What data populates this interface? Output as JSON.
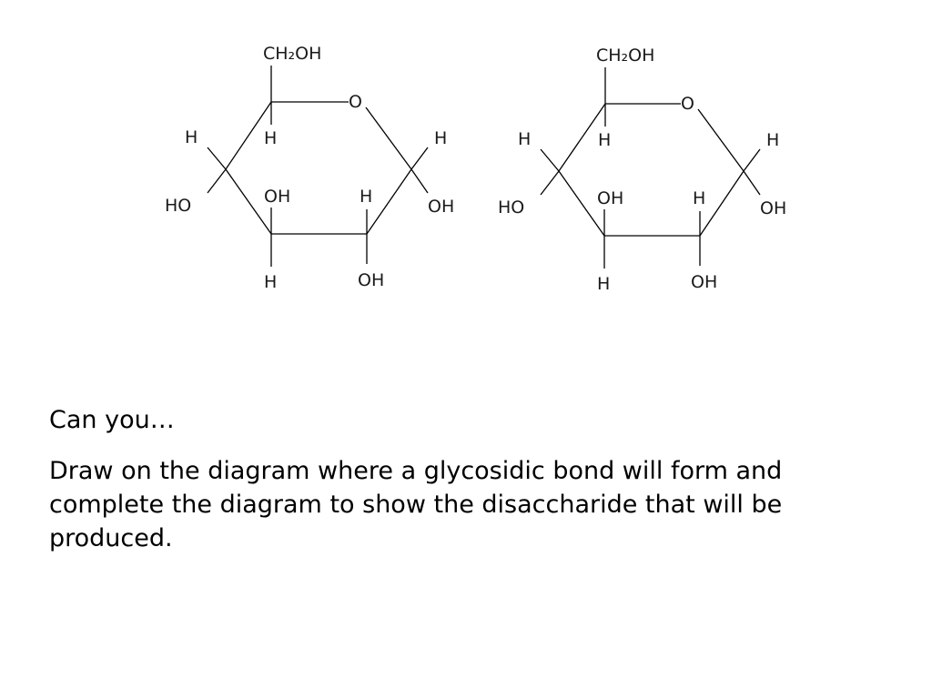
{
  "molecules": [
    {
      "labels": {
        "c6": "CH₂OH",
        "ring_o": "O",
        "c4_h_top": "H",
        "c4_oh_bottom": "HO",
        "c5_h": "H",
        "c1_h_top": "H",
        "c1_oh_bottom": "OH",
        "c3_oh": "OH",
        "c3_h": "H",
        "c2_h": "H",
        "c2_oh": "OH"
      }
    },
    {
      "labels": {
        "c6": "CH₂OH",
        "ring_o": "O",
        "c4_h_top": "H",
        "c4_oh_bottom": "HO",
        "c5_h": "H",
        "c1_h_top": "H",
        "c1_oh_bottom": "OH",
        "c3_oh": "OH",
        "c3_h": "H",
        "c2_h": "H",
        "c2_oh": "OH"
      }
    }
  ],
  "prompt": {
    "heading": "Can you…",
    "body": "Draw on the diagram where a glycosidic bond will form and complete the diagram to show the disaccharide that will be produced."
  }
}
